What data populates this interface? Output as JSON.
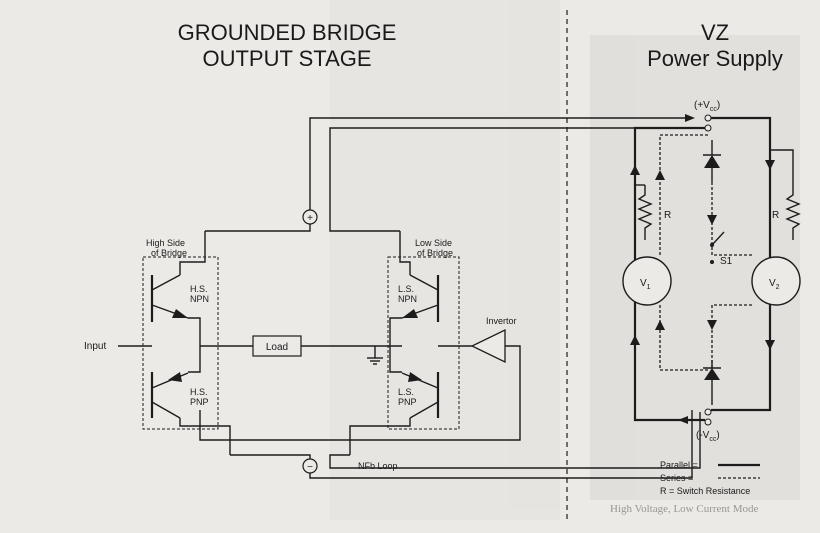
{
  "titles": {
    "left_line1": "GROUNDED BRIDGE",
    "left_line2": "OUTPUT STAGE",
    "right_line1": "VZ",
    "right_line2": "Power Supply"
  },
  "labels": {
    "input": "Input",
    "load": "Load",
    "invertor": "Invertor",
    "nfb_loop": "NFb Loop",
    "high_side_line1": "High Side",
    "high_side_line2": "of Bridge",
    "low_side_line1": "Low Side",
    "low_side_line2": "of Bridge",
    "hs_npn_line1": "H.S.",
    "hs_npn_line2": "NPN",
    "hs_pnp_line1": "H.S.",
    "hs_pnp_line2": "PNP",
    "ls_npn_line1": "L.S.",
    "ls_npn_line2": "NPN",
    "ls_pnp_line1": "L.S.",
    "ls_pnp_line2": "PNP",
    "plus": "+",
    "minus": "−",
    "vcc_pos": "(+V",
    "vcc_neg": "(-V",
    "vcc_sub": "cc",
    "paren_close": ")",
    "r1": "R",
    "r2": "R",
    "s1": "S1",
    "v1": "V",
    "v1_sub": "1",
    "v2": "V",
    "v2_sub": "2"
  },
  "legend": {
    "parallel": "Parallel =",
    "series": "Series  =",
    "r_note": "R = Switch Resistance"
  },
  "caption": "High Voltage, Low Current Mode"
}
